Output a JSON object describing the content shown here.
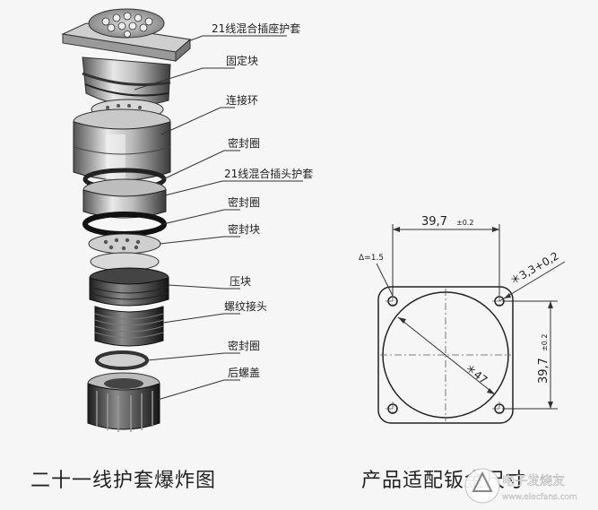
{
  "exploded_view": {
    "caption": "二十一线护套爆炸图",
    "labels": {
      "socket_sleeve": "21线混合插座护套",
      "fixing_block": "固定块",
      "coupling_ring": "连接环",
      "seal_ring_1": "密封圈",
      "plug_sleeve": "21线混合插头护套",
      "seal_ring_2": "密封圈",
      "seal_block": "密封块",
      "press_block": "压块",
      "thread_joint": "螺纹接头",
      "seal_ring_3": "密封圈",
      "rear_nut": "后螺盖"
    }
  },
  "panel_cutout": {
    "caption": "产品适配钣金尺寸",
    "dim_width": "39,7",
    "dim_width_tol": "±0.2",
    "dim_height": "39,7",
    "dim_height_tol": "±0.2",
    "hole_note": "Δ=1.5",
    "hole_dim": "＊3,3+0,2",
    "circle_dim": "＊47"
  },
  "watermark": {
    "brand": "电子发烧友",
    "url": "www.elecfans.com"
  }
}
